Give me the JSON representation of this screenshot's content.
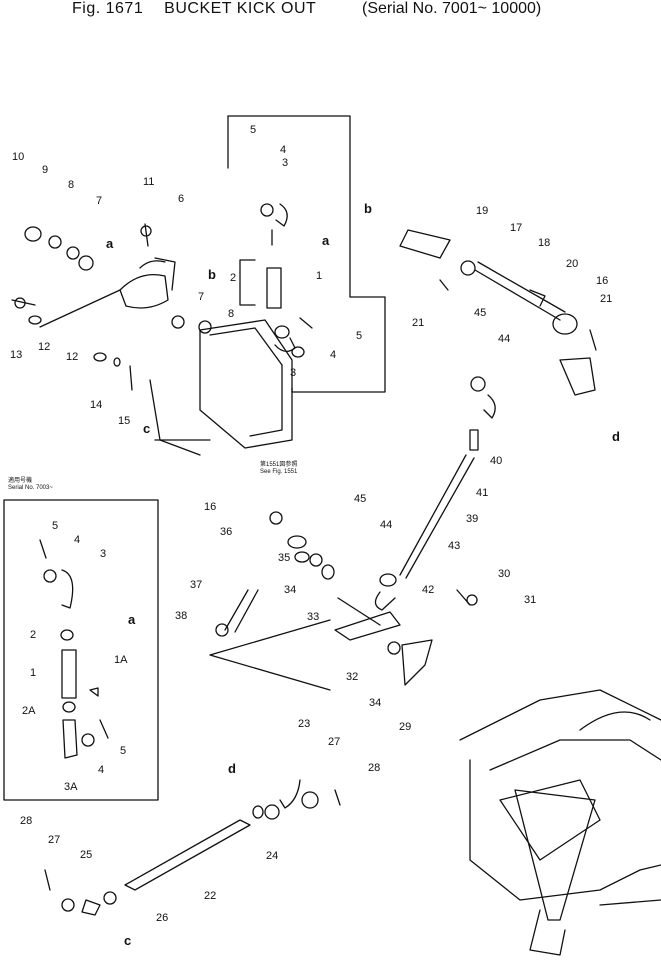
{
  "figure": {
    "number": "Fig. 1671",
    "title": "BUCKET KICK OUT",
    "serial_range": "(Serial No. 7001~ 10000)"
  },
  "notes": {
    "see_fig_jp": "第1551図参照",
    "see_fig": "See Fig. 1551",
    "inset_serial_jp": "適用号機",
    "inset_serial": "Serial No. 7003~"
  },
  "callouts": [
    "10",
    "9",
    "8",
    "7",
    "11",
    "6",
    "13",
    "12",
    "12",
    "14",
    "15",
    "7",
    "8",
    "5",
    "4",
    "3",
    "2",
    "1",
    "5",
    "4",
    "3",
    "19",
    "17",
    "18",
    "20",
    "16",
    "21",
    "21",
    "45",
    "44",
    "40",
    "41",
    "39",
    "43",
    "42",
    "45",
    "44",
    "16",
    "36",
    "35",
    "34",
    "33",
    "37",
    "38",
    "32",
    "34",
    "29",
    "30",
    "31",
    "5",
    "4",
    "3",
    "2",
    "1",
    "1A",
    "2A",
    "4",
    "5",
    "3A",
    "23",
    "27",
    "28",
    "24",
    "22",
    "28",
    "27",
    "25",
    "26"
  ],
  "letters": [
    "a",
    "b",
    "c",
    "a",
    "b",
    "d",
    "a",
    "d",
    "c"
  ],
  "colors": {
    "ink": "#111111",
    "paper": "#ffffff"
  }
}
